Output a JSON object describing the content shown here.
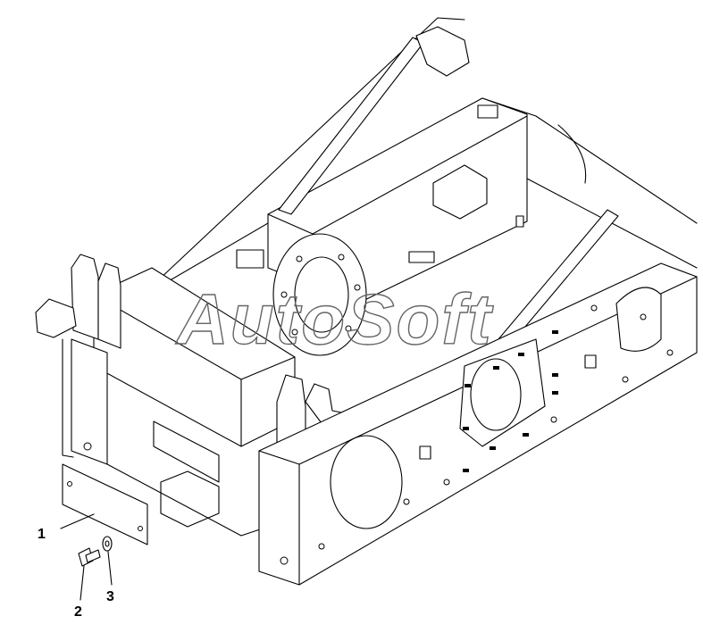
{
  "watermark": "AutoSoft",
  "callouts": [
    {
      "id": "1",
      "label": "1"
    },
    {
      "id": "2",
      "label": "2"
    },
    {
      "id": "3",
      "label": "3"
    }
  ],
  "colors": {
    "line": "#000000",
    "background": "#ffffff",
    "watermark": "#666666"
  }
}
